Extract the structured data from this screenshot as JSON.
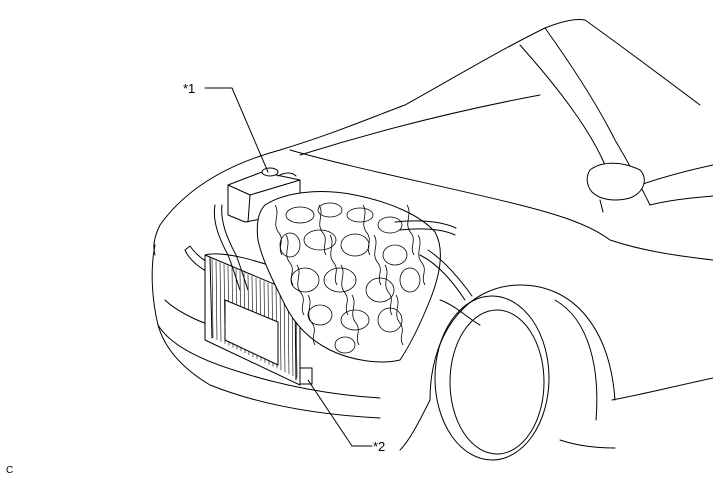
{
  "callouts": [
    {
      "id": "1",
      "label": "*1"
    },
    {
      "id": "2",
      "label": "*2"
    }
  ],
  "figure_code": "C",
  "colors": {
    "line": "#000000",
    "background": "#ffffff"
  }
}
